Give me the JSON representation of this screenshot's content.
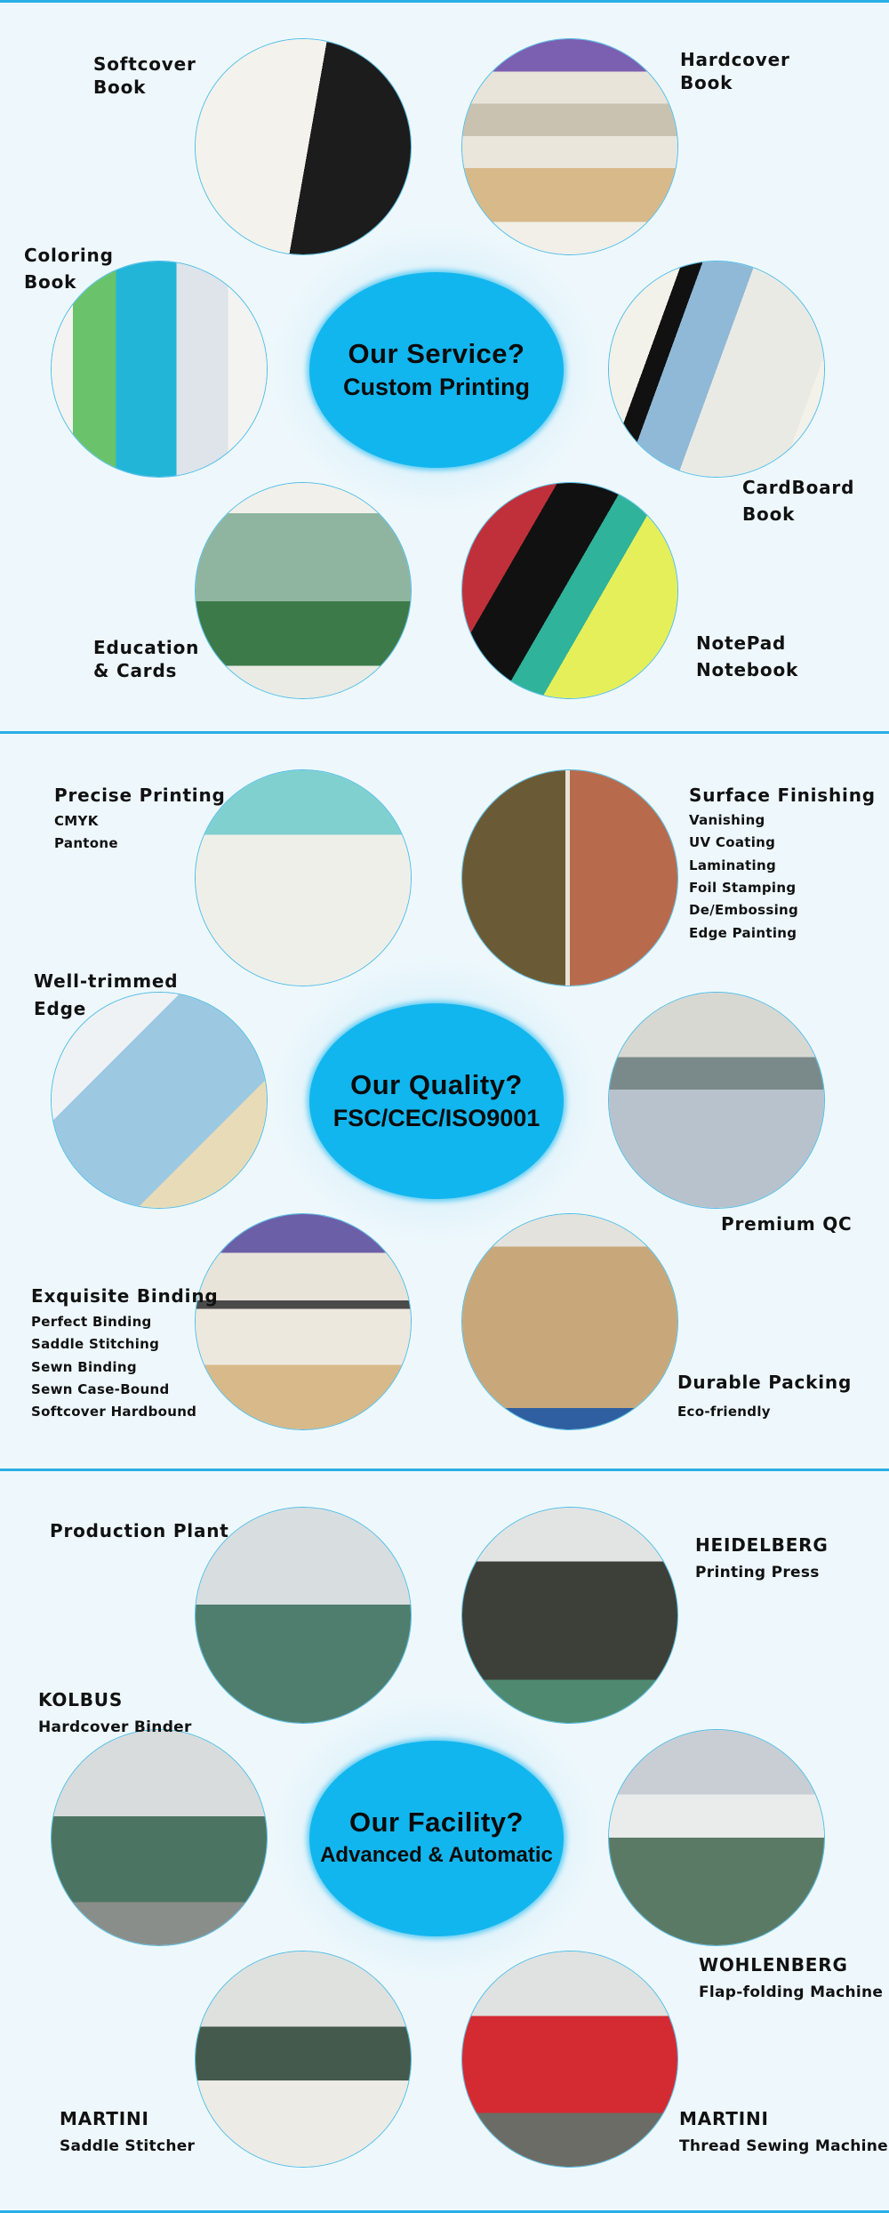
{
  "colors": {
    "background": "#eef8fc",
    "rule": "#29aee6",
    "hub": "#12b6ee",
    "circle_border": "#4fbde9"
  },
  "service": {
    "hub_title": "Our Service?",
    "hub_subtitle": "Custom Printing",
    "softcover": [
      "Softcover",
      "Book"
    ],
    "hardcover": [
      "Hardcover",
      "Book"
    ],
    "coloring": [
      "Coloring",
      "Book"
    ],
    "cardboard": [
      "CardBoard",
      "Book"
    ],
    "education": [
      "Education",
      "& Cards"
    ],
    "notepad": [
      "NotePad",
      "Notebook"
    ]
  },
  "quality": {
    "hub_title": "Our Quality?",
    "hub_subtitle": "FSC/CEC/ISO9001",
    "precise": {
      "title": "Precise Printing",
      "items": [
        "CMYK",
        "Pantone"
      ]
    },
    "surface": {
      "title": "Surface Finishing",
      "items": [
        "Vanishing",
        "UV Coating",
        "Laminating",
        "Foil Stamping",
        "De/Embossing",
        "Edge Painting"
      ]
    },
    "edge": [
      "Well-trimmed",
      "Edge"
    ],
    "qc": "Premium QC",
    "binding": {
      "title": "Exquisite Binding",
      "items": [
        "Perfect Binding",
        "Saddle Stitching",
        "Sewn Binding",
        "Sewn Case-Bound",
        "Softcover Hardbound"
      ]
    },
    "packing": {
      "title": "Durable Packing",
      "items": [
        "Eco-friendly"
      ]
    }
  },
  "facility": {
    "hub_title": "Our Facility?",
    "hub_subtitle": "Advanced & Automatic",
    "plant": "Production Plant",
    "heidelberg": {
      "title": "HEIDELBERG",
      "sub": "Printing Press"
    },
    "kolbus": {
      "title": "KOLBUS",
      "sub": "Hardcover Binder"
    },
    "wohlenberg": {
      "title": "WOHLENBERG",
      "sub": "Flap-folding Machine"
    },
    "martini_saddle": {
      "title": "MARTINI",
      "sub": "Saddle Stitcher"
    },
    "martini_thread": {
      "title": "MARTINI",
      "sub": "Thread Sewing Machine"
    }
  }
}
